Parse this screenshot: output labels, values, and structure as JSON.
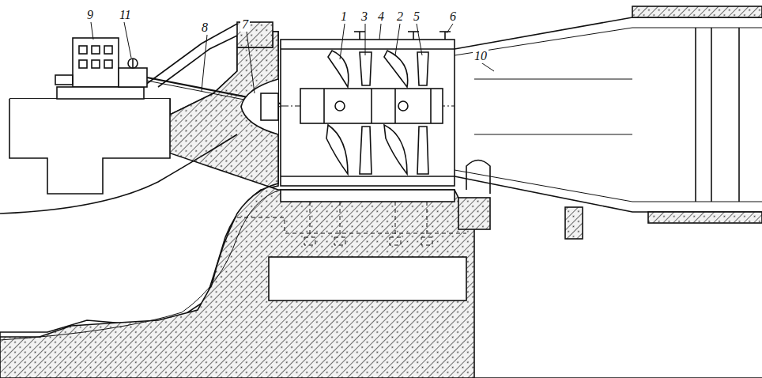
{
  "diagram": {
    "labels": [
      "9",
      "11",
      "8",
      "7",
      "1",
      "3",
      "4",
      "2",
      "5",
      "6",
      "10"
    ]
  }
}
